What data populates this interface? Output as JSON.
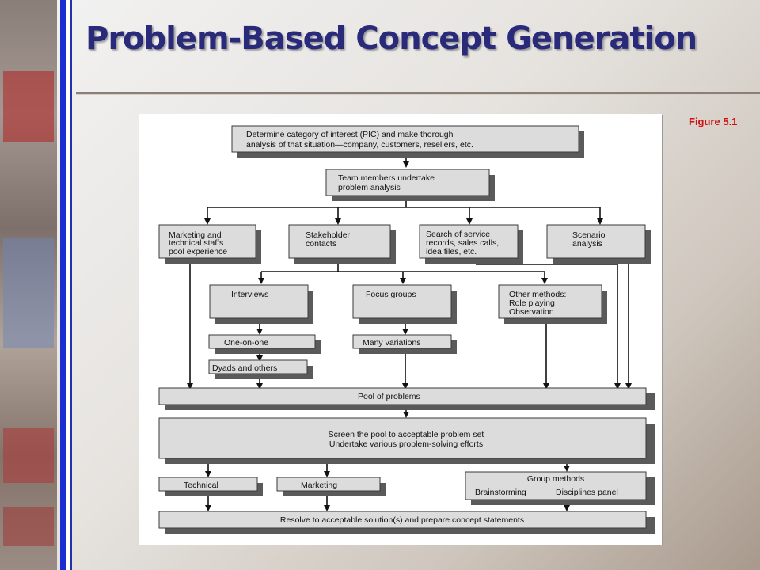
{
  "title": "Problem-Based Concept Generation",
  "figure_label": "Figure 5.1",
  "flowchart": {
    "determine": [
      "Determine category of interest (PIC) and make thorough",
      "analysis of that situation—company, customers, resellers, etc."
    ],
    "team": [
      "Team members undertake",
      "problem analysis"
    ],
    "marketing_tech": [
      "Marketing and",
      "technical staffs",
      "pool experience"
    ],
    "stakeholder": [
      "Stakeholder",
      "contacts"
    ],
    "search": [
      "Search of service",
      "records, sales calls,",
      "idea files, etc."
    ],
    "scenario": [
      "Scenario",
      "analysis"
    ],
    "interviews": "Interviews",
    "focus_groups": "Focus groups",
    "other_methods": [
      "Other methods:",
      "Role playing",
      "Observation"
    ],
    "one_on_one": "One-on-one",
    "many_variations": "Many variations",
    "dyads": "Dyads and others",
    "pool": "Pool of problems",
    "screen": [
      "Screen the pool to acceptable problem set",
      "Undertake various problem-solving efforts"
    ],
    "technical": "Technical",
    "marketing": "Marketing",
    "group_methods": "Group methods",
    "brainstorming": "Brainstorming",
    "disciplines": "Disciplines panel",
    "resolve": "Resolve to acceptable solution(s) and prepare concept statements"
  }
}
